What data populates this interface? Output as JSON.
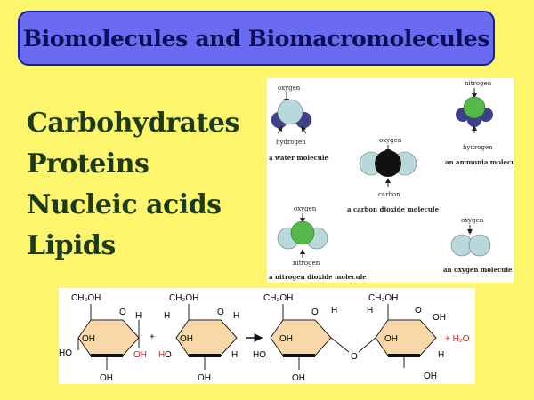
{
  "title": "Biomolecules and Biomacromolecules",
  "topics": [
    "Carbohydrates",
    "Proteins",
    "Nucleic acids",
    "Lipids"
  ],
  "molecules": {
    "water": {
      "top_label": "oxygen",
      "bottom_label": "hydrogen",
      "caption": "a water molecule"
    },
    "ammonia": {
      "top_label": "nitrogen",
      "bottom_label": "hydrogen",
      "caption": "an ammonia molecule"
    },
    "co2": {
      "top_label": "oxygen",
      "bottom_label": "carbon",
      "caption": "a carbon dioxide molecule"
    },
    "no2": {
      "top_label": "oxygen",
      "bottom_label": "nitrogen",
      "caption": "a nitrogen dioxide molecule"
    },
    "o2": {
      "top_label": "oxygen",
      "caption": "an oxygen molecule"
    }
  },
  "reaction": {
    "ch2oh": "CH₂OH",
    "o": "O",
    "h": "H",
    "oh": "OH",
    "ho": "HO",
    "plus": "+",
    "water_product": "+ H₂O"
  },
  "colors": {
    "background": "#fdf56b",
    "title_box": "#6b6bf2",
    "title_text": "#0e0e55",
    "topic_text": "#1c3a1c",
    "atom_light": "#b9d8dc",
    "atom_dark": "#3f3f8c",
    "atom_green": "#55b848",
    "atom_carbon": "#111111",
    "ring_fill": "#f8d8a8",
    "highlight_red": "#e01b1b"
  }
}
